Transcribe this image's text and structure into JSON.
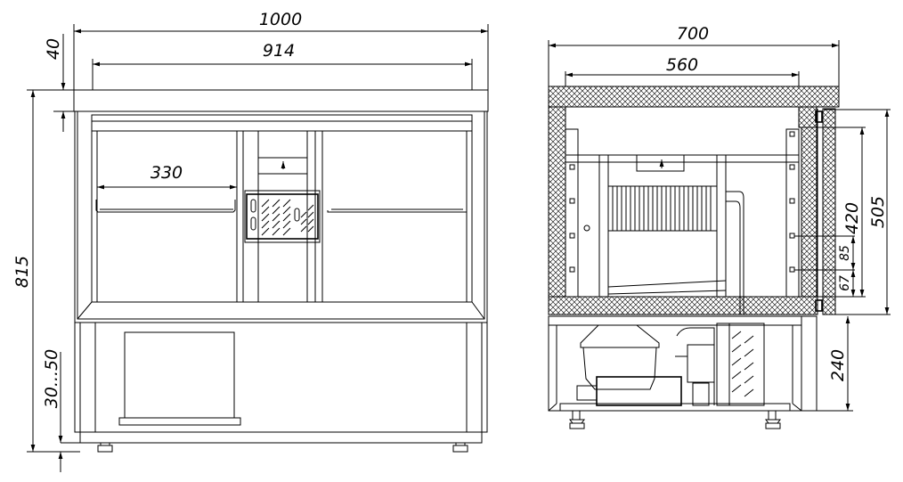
{
  "front_view": {
    "dimensions": {
      "overall_width": "1000",
      "inner_width": "914",
      "worktop_thickness": "40",
      "overall_height": "815",
      "compartment_width": "330",
      "leg_adjustment": "30...50"
    }
  },
  "side_view": {
    "dimensions": {
      "overall_depth": "700",
      "inner_depth": "560",
      "inner_height": "505",
      "shelf_zone_height": "420",
      "shelf_pitch": "85",
      "bottom_offset": "67",
      "machine_compartment_height": "240"
    }
  }
}
